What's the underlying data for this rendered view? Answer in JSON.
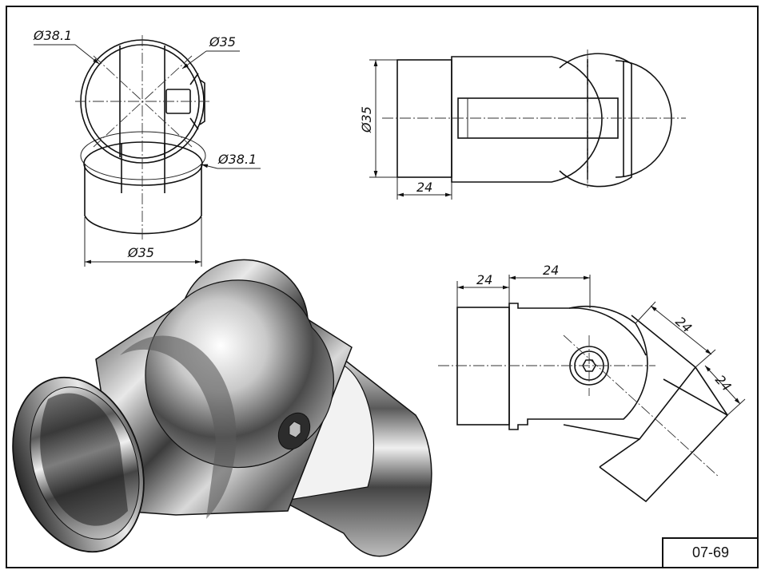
{
  "sheet": {
    "code": "07-69"
  },
  "views": {
    "end_view": {
      "dim_outer_top": "Ø38.1",
      "dim_inner": "Ø35",
      "dim_outer_mid": "Ø38.1",
      "dim_tube": "Ø35"
    },
    "side_view": {
      "dim_tube_dia": "Ø35",
      "dim_length": "24"
    },
    "angled_view": {
      "dim_tube_len": "24",
      "dim_body_len": "24",
      "dim_arm_body": "24",
      "dim_arm_tube": "24"
    }
  },
  "colors": {
    "line": "#111111",
    "metal_dark": "#3a3a3a",
    "metal_light": "#f2f2f2"
  }
}
